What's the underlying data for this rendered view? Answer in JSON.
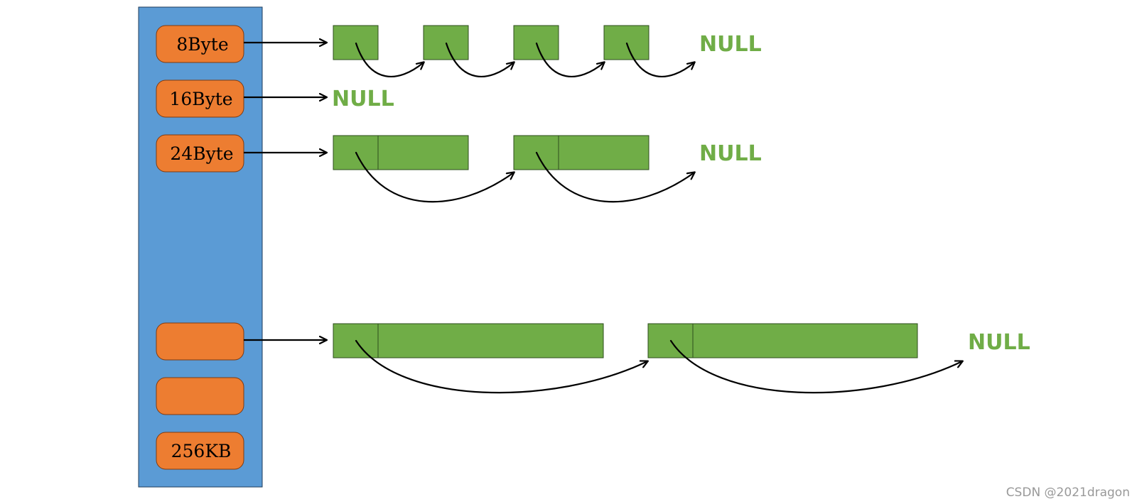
{
  "colors": {
    "background": "#ffffff",
    "table": "#5b9bd5",
    "bucket": "#ed7d31",
    "block": "#70ad47",
    "null_text": "#70ad47",
    "arrow": "#000000",
    "watermark": "#999999"
  },
  "buckets": [
    {
      "label": "8Byte"
    },
    {
      "label": "16Byte"
    },
    {
      "label": "24Byte"
    },
    {
      "label": ""
    },
    {
      "label": ""
    },
    {
      "label": "256KB"
    }
  ],
  "lists": [
    {
      "bucket": "8Byte",
      "blocks": 4,
      "terminator": "NULL"
    },
    {
      "bucket": "16Byte",
      "blocks": 0,
      "terminator": "NULL"
    },
    {
      "bucket": "24Byte",
      "blocks": 2,
      "terminator": "NULL"
    },
    {
      "bucket": "",
      "blocks": 2,
      "terminator": "NULL"
    }
  ],
  "watermark": "CSDN @2021dragon"
}
